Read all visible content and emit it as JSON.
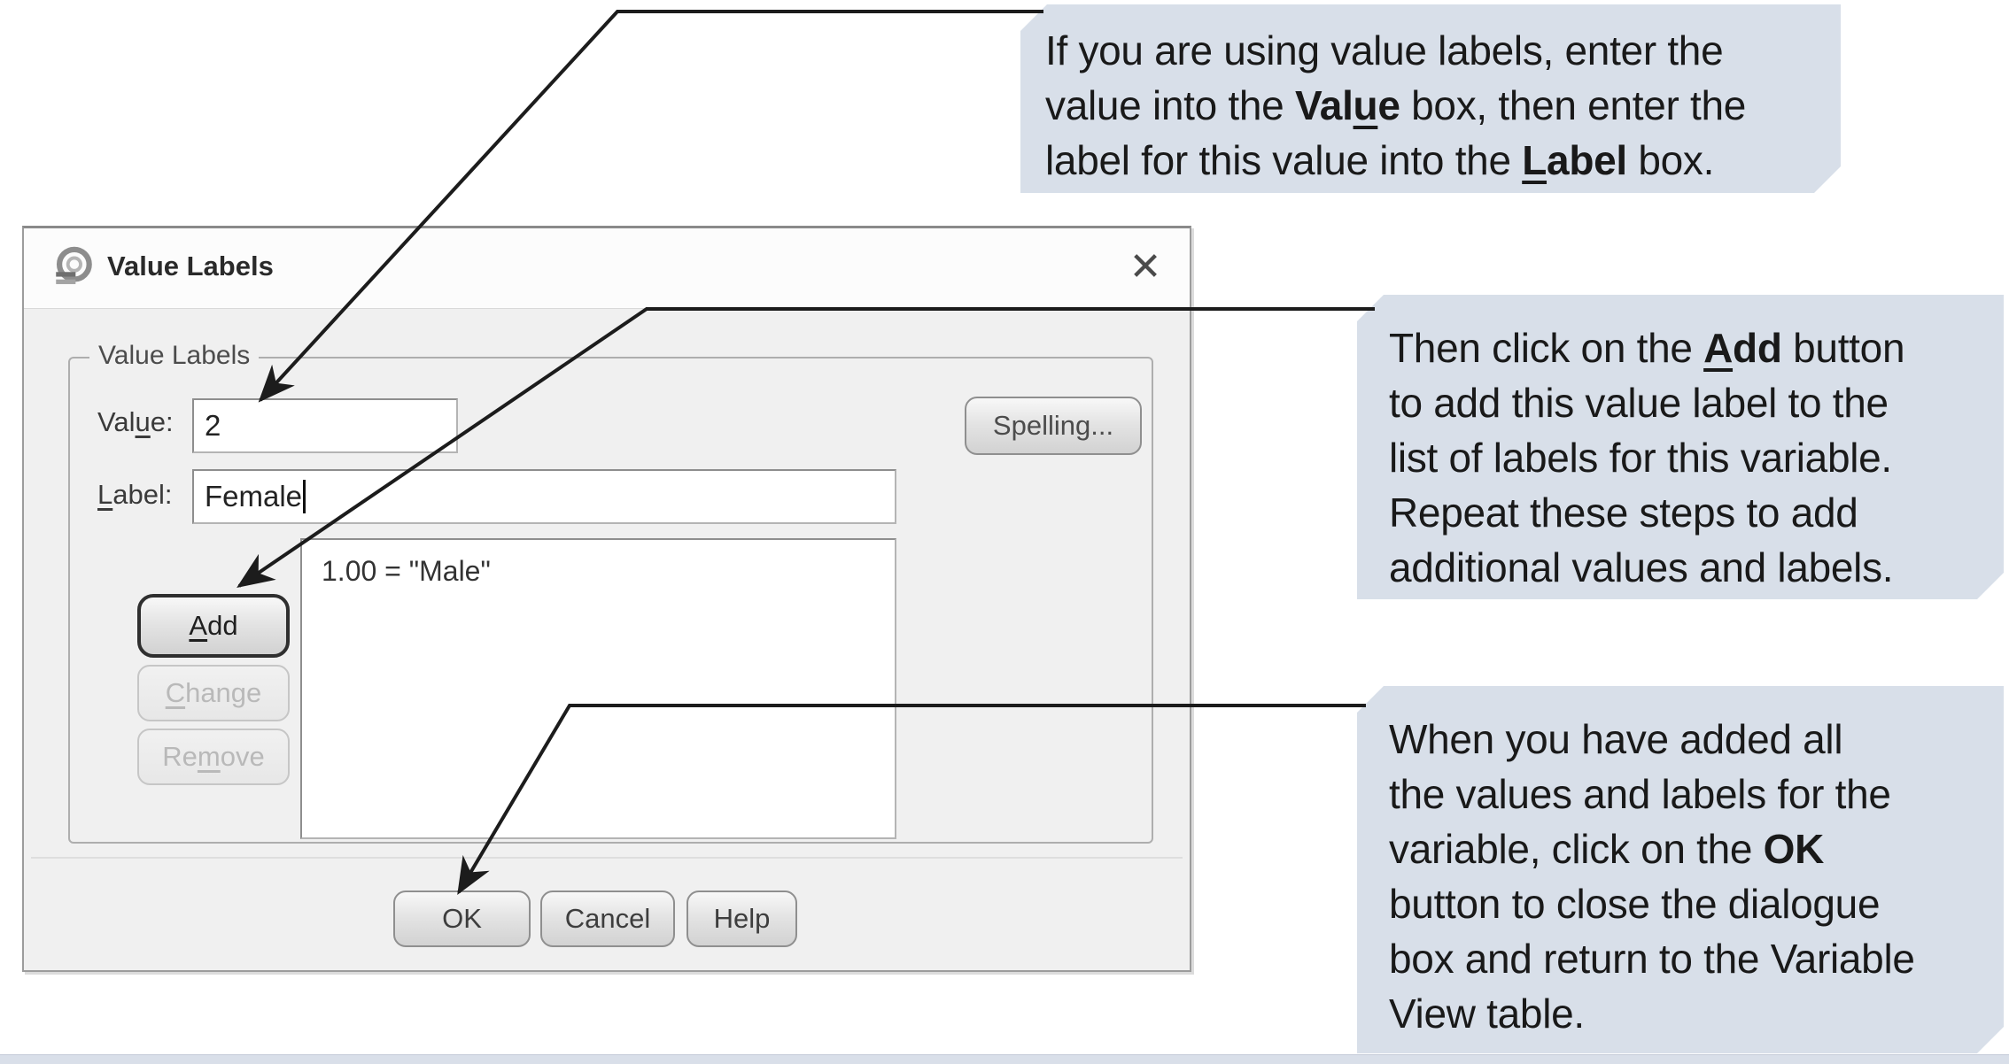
{
  "colors": {
    "callout_bg": "#d8dfe9",
    "arrow": "#1c1c1c",
    "dialog_bg": "#f0f0f0"
  },
  "window": {
    "title": "Value Labels",
    "close_icon": "✕"
  },
  "dialog": {
    "group_title": "Value Labels",
    "value_field": {
      "label": [
        {
          "t": "Val"
        },
        {
          "t": "u",
          "u": 1
        },
        {
          "t": "e:"
        }
      ],
      "value": "2"
    },
    "label_field": {
      "label": [
        {
          "t": "L",
          "u": 1
        },
        {
          "t": "abel:"
        }
      ],
      "value": "Female"
    },
    "spelling_button": "Spelling...",
    "list_items": [
      "1.00 = \"Male\""
    ],
    "add_button": [
      {
        "t": "A",
        "u": 1
      },
      {
        "t": "dd"
      }
    ],
    "change_button": [
      {
        "t": "C",
        "u": 1
      },
      {
        "t": "hange"
      }
    ],
    "remove_button": [
      {
        "t": "Re"
      },
      {
        "t": "m",
        "u": 1
      },
      {
        "t": "ove"
      }
    ],
    "ok_button": "OK",
    "cancel_button": "Cancel",
    "help_button": "Help"
  },
  "callouts": [
    {
      "name": "value-label-entry",
      "lines": [
        [
          {
            "t": "If you are using value labels, enter the"
          }
        ],
        [
          {
            "t": "value into the "
          },
          {
            "t": "Val",
            "b": 1
          },
          {
            "t": "u",
            "b": 1,
            "u": 1
          },
          {
            "t": "e",
            "b": 1
          },
          {
            "t": " box, then enter the"
          }
        ],
        [
          {
            "t": "label for this value into the "
          },
          {
            "t": "L",
            "b": 1,
            "u": 1
          },
          {
            "t": "abel",
            "b": 1
          },
          {
            "t": " box."
          }
        ]
      ]
    },
    {
      "name": "add-button-instruction",
      "lines": [
        [
          {
            "t": "Then click on the "
          },
          {
            "t": "A",
            "b": 1,
            "u": 1
          },
          {
            "t": "dd",
            "b": 1
          },
          {
            "t": " button"
          }
        ],
        [
          {
            "t": "to add this value label to the"
          }
        ],
        [
          {
            "t": "list of labels for this variable."
          }
        ],
        [
          {
            "t": "Repeat these steps to add"
          }
        ],
        [
          {
            "t": "additional values and labels."
          }
        ]
      ]
    },
    {
      "name": "ok-button-instruction",
      "lines": [
        [
          {
            "t": "When you have added all"
          }
        ],
        [
          {
            "t": "the values and labels for the"
          }
        ],
        [
          {
            "t": "variable, click on the "
          },
          {
            "t": "OK",
            "b": 1
          }
        ],
        [
          {
            "t": "button to close the dialogue"
          }
        ],
        [
          {
            "t": "box and return to the Variable"
          }
        ],
        [
          {
            "t": "View table."
          }
        ]
      ]
    }
  ]
}
